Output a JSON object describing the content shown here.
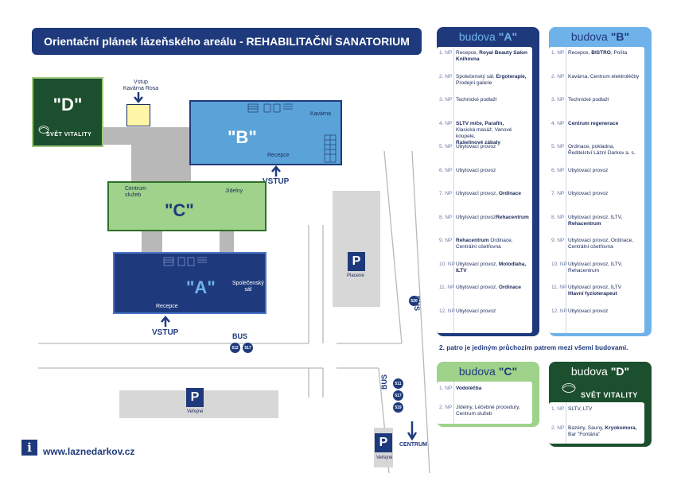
{
  "title": "Orientační plánek lázeňského areálu - REHABILITAČNÍ SANATORIUM",
  "map": {
    "building_d": {
      "label": "\"D\"",
      "brand": "SVĚT VITALITY"
    },
    "vstup_rosa": {
      "line1": "Vstup",
      "line2": "Kavárna Rosa"
    },
    "building_b": {
      "label": "\"B\"",
      "kavarna": "Kavárna",
      "recepce": "Recepce"
    },
    "building_c": {
      "label": "\"C\"",
      "centrum_line1": "Centrum",
      "centrum_line2": "služeb",
      "jidelny": "Jídelny"
    },
    "building_a": {
      "label": "\"A\"",
      "spol_line1": "Společenský",
      "spol_line2": "sál",
      "recepce": "Recepce"
    },
    "entry_a": "VSTUP",
    "entry_b": "VSTUP",
    "parking_paid": {
      "sign": "P",
      "label": "Placené"
    },
    "parking_public_1": {
      "sign": "P",
      "label": "Veřejné"
    },
    "parking_public_2": {
      "sign": "P",
      "label": "Veřejné"
    },
    "bus_main": {
      "label": "BUS",
      "lines": [
        "512",
        "517"
      ]
    },
    "bus_right": {
      "label": "BUS",
      "lines": [
        "520"
      ]
    },
    "bus_bottom": {
      "label": "BUS",
      "lines": [
        "511",
        "517",
        "519"
      ]
    },
    "centrum": "CENTRUM"
  },
  "panels": {
    "a": {
      "prefix": "budova",
      "name": "\"A\"",
      "floors": [
        {
          "np": "1. NP",
          "text": "Recepce, <b>Royal Beauty Salon</b><br><b>Knihovna</b>"
        },
        {
          "np": "2. NP",
          "text": "Společenský sál, <b>Ergoterapie,</b><br>Prodejní galerie"
        },
        {
          "np": "3. NP",
          "text": "Technické podlaží"
        },
        {
          "np": "4. NP",
          "text": "<b>SLTV míče, Parafín,</b><br>Klasická masáž, Vanové koupele,<br><b>Rašelinové zábaly</b>"
        },
        {
          "np": "5. NP",
          "text": "Ubytovací provoz"
        },
        {
          "np": "6. NP",
          "text": "Ubytovací provoz"
        },
        {
          "np": "7. NP",
          "text": "Ubytovací provoz, <b>Ordinace</b>"
        },
        {
          "np": "8. NP",
          "text": "Ubytovací provoz<b>Rehacentrum</b>"
        },
        {
          "np": "9. NP",
          "text": "<b>Rehacentrum</b> Ordinace,<br>Centrální ošetřovna"
        },
        {
          "np": "10. NP",
          "text": "Ubytovací provoz, <b>Motodlaha,</b><br><b>ILTV</b>"
        },
        {
          "np": "11. NP",
          "text": "Ubytovací provoz, <b>Ordinace</b>"
        },
        {
          "np": "12. NP",
          "text": "Ubytovací provoz"
        }
      ]
    },
    "b": {
      "prefix": "budova",
      "name": "\"B\"",
      "floors": [
        {
          "np": "1. NP",
          "text": "Recepce, <b>BISTRO</b>, Pošta"
        },
        {
          "np": "2. NP",
          "text": "Kavárna, Centrum elektroléčby"
        },
        {
          "np": "3. NP",
          "text": "Technické podlaží"
        },
        {
          "np": "4. NP",
          "text": "<b>Centrum regenerace</b>"
        },
        {
          "np": "5. NP",
          "text": "Ordinace, pokladna,<br>Ředitelství Lázní Darkov a. s."
        },
        {
          "np": "6. NP",
          "text": "Ubytovací provoz"
        },
        {
          "np": "7. NP",
          "text": "Ubytovací provoz"
        },
        {
          "np": "8. NP",
          "text": "Ubytovací provoz, ILTV,<br><b>Rehacentrum</b>"
        },
        {
          "np": "9. NP",
          "text": "Ubytovací provoz, Ordinace,<br>Centrální ošetřovna"
        },
        {
          "np": "10. NP",
          "text": "Ubytovací provoz, ILTV,<br>Rehacentrum"
        },
        {
          "np": "11. NP",
          "text": "Ubytovací provoz, ILTV<br><b>Hlavní fyzioterapeut</b>"
        },
        {
          "np": "12. NP",
          "text": "Ubytovací provoz"
        }
      ]
    },
    "c": {
      "prefix": "budova",
      "name": "\"C\"",
      "floors": [
        {
          "np": "1. NP",
          "text": "<b>Vodoléčba</b>"
        },
        {
          "np": "2. NP",
          "text": "Jídelny, Léčebné procedury,<br>Centrum služeb"
        }
      ]
    },
    "d": {
      "prefix": "budova",
      "name": "\"D\"",
      "brand": "SVĚT VITALITY",
      "floors": [
        {
          "np": "1. NP",
          "text": "SLTV, LTV"
        },
        {
          "np": "2. NP",
          "text": "Bazény, Sauny, <b>Kryokomora,</b><br>Bar \"Fontána\""
        }
      ]
    }
  },
  "note": "2. patro je jediným průchozím patrem mezi všemi budovami.",
  "footer": {
    "info_icon": "i",
    "url": "www.laznedarkov.cz"
  }
}
